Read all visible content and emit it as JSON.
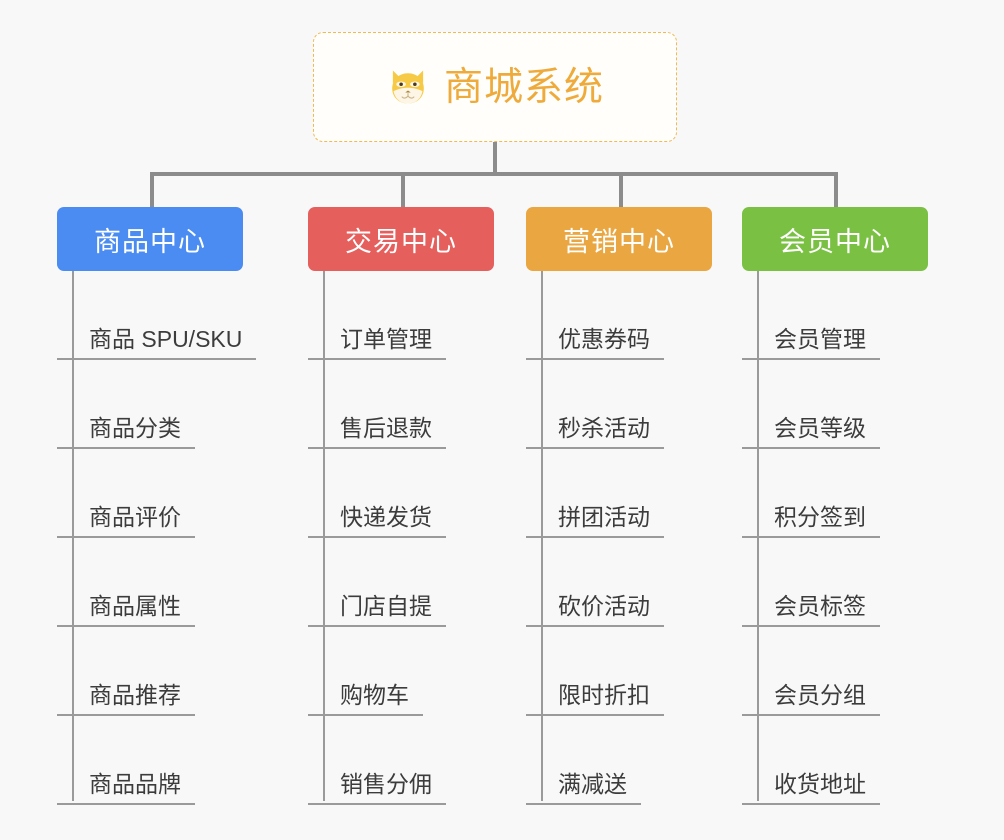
{
  "page": {
    "background_color": "#f8f8f8",
    "type": "mind-map"
  },
  "root": {
    "title": "商城系统",
    "icon": "shiba-dog-face-icon",
    "text_color": "#eeab3c",
    "border_color": "#f0b952",
    "background_color": "#fffefb"
  },
  "connector": {
    "color": "#8c8c8c"
  },
  "branches": [
    {
      "label": "商品中心",
      "color": "#4a8cf2",
      "items": [
        "商品 SPU/SKU",
        "商品分类",
        "商品评价",
        "商品属性",
        "商品推荐",
        "商品品牌"
      ]
    },
    {
      "label": "交易中心",
      "color": "#e55f5d",
      "items": [
        "订单管理",
        "售后退款",
        "快递发货",
        "门店自提",
        "购物车",
        "销售分佣"
      ]
    },
    {
      "label": "营销中心",
      "color": "#eaa640",
      "items": [
        "优惠券码",
        "秒杀活动",
        "拼团活动",
        "砍价活动",
        "限时折扣",
        "满减送"
      ]
    },
    {
      "label": "会员中心",
      "color": "#7ac143",
      "items": [
        "会员管理",
        "会员等级",
        "积分签到",
        "会员标签",
        "会员分组",
        "收货地址"
      ]
    }
  ]
}
